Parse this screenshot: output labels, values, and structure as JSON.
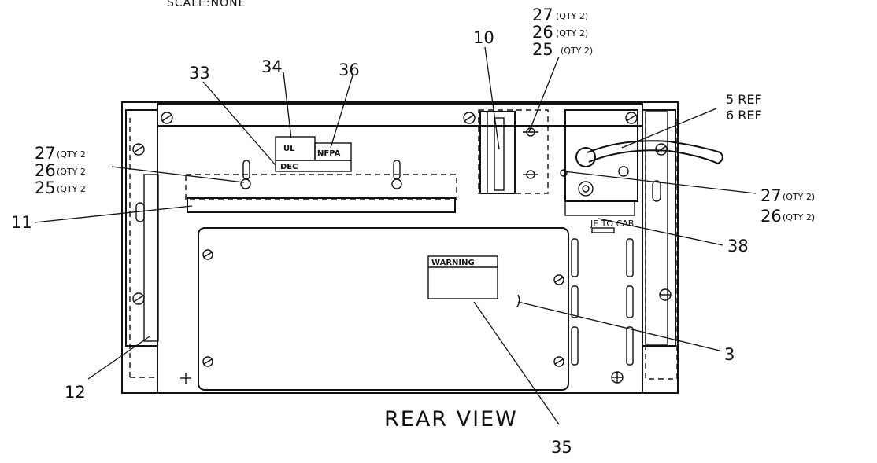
{
  "scale_note": "SCALE:NONE",
  "view_title": "REAR VIEW",
  "labels": {
    "ul": "UL",
    "nfpa": "NFPA",
    "dec": "DEC",
    "warning": "WARNING",
    "jetocab": "JE TO CAB"
  },
  "callouts": {
    "c10": "10",
    "c33": "33",
    "c34": "34",
    "c36": "36",
    "c27a": "27",
    "c27a_qty": "(QTY 2)",
    "c26a": "26",
    "c26a_qty": "(QTY 2)",
    "c25a": "25",
    "c25a_qty": "(QTY 2)",
    "c5ref": "5 REF",
    "c6ref": "6 REF",
    "c27b": "27",
    "c27b_qty": "(QTY 2",
    "c26b": "26",
    "c26b_qty": "(QTY 2",
    "c25b": "25",
    "c25b_qty": "(QTY 2",
    "c11": "11",
    "c27c": "27",
    "c27c_qty": "(QTY 2)",
    "c26c": "26",
    "c26c_qty": "(QTY 2)",
    "c38": "38",
    "c3": "3",
    "c12": "12",
    "c35": "35"
  }
}
